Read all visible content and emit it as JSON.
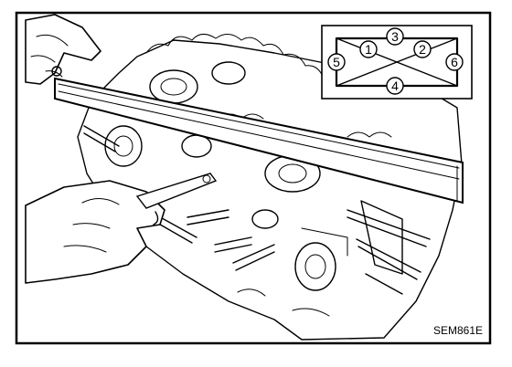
{
  "inset": {
    "points": [
      {
        "label": "1"
      },
      {
        "label": "2"
      },
      {
        "label": "3"
      },
      {
        "label": "4"
      },
      {
        "label": "5"
      },
      {
        "label": "6"
      }
    ]
  },
  "figure_code": "SEM861E"
}
